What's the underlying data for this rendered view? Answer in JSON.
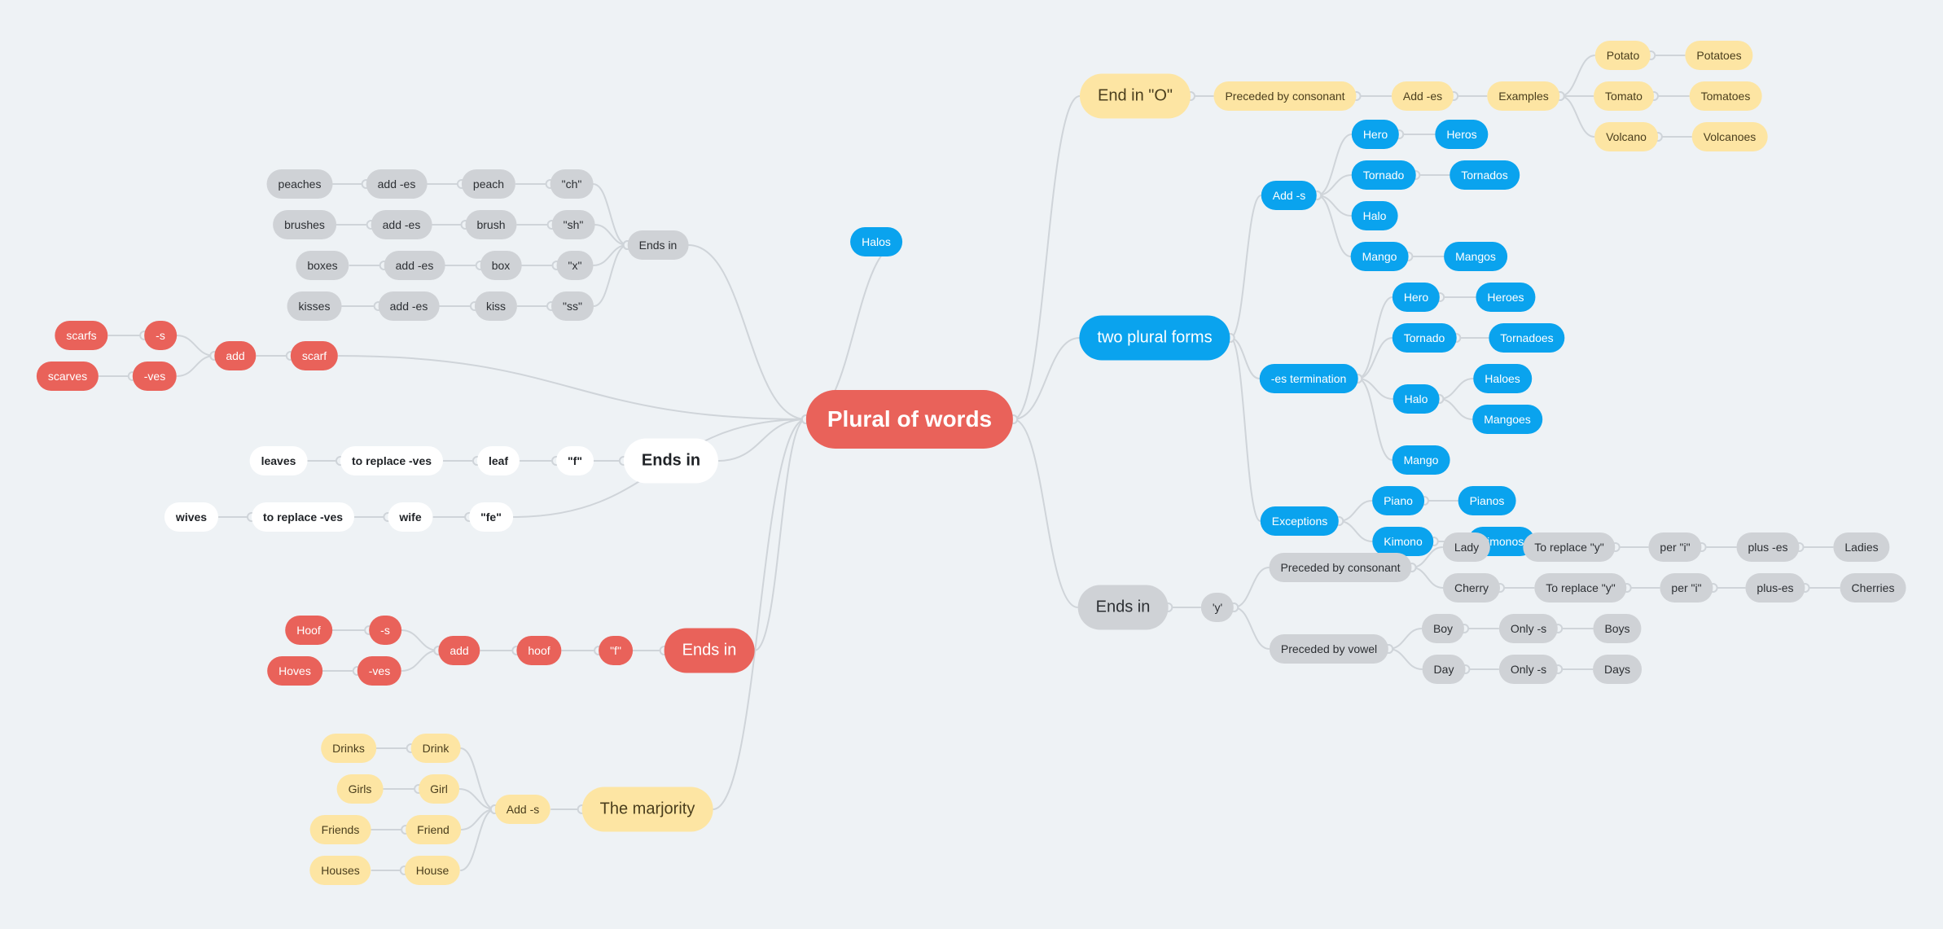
{
  "root": {
    "label": "Plural of words"
  },
  "colors": {
    "background": "#eef2f5",
    "link": "#cfd4d9",
    "red": "#e9625a",
    "blue": "#0aa3ee",
    "yellow": "#fde5a3",
    "gray": "#cfd2d6",
    "white": "#ffffff"
  },
  "branches": {
    "ends_in_o": {
      "label": "End in \"O\"",
      "preceded": "Preceded by consonant",
      "add": "Add -es",
      "examples": "Examples",
      "pairs": [
        {
          "singular": "Potato",
          "plural": "Potatoes"
        },
        {
          "singular": "Tomato",
          "plural": "Tomatoes"
        },
        {
          "singular": "Volcano",
          "plural": "Volcanoes"
        }
      ]
    },
    "halos": {
      "label": "Halos"
    },
    "two_plural_forms": {
      "label": "two plural forms",
      "add_s": {
        "label": "Add -s",
        "pairs": [
          {
            "singular": "Hero",
            "plural": "Heros"
          },
          {
            "singular": "Tornado",
            "plural": "Tornados"
          },
          {
            "singular": "Halo",
            "plural": ""
          },
          {
            "singular": "Mango",
            "plural": "Mangos"
          }
        ]
      },
      "es_termination": {
        "label": "-es termination",
        "hero": "Hero",
        "heroes": "Heroes",
        "tornado": "Tornado",
        "tornadoes": "Tornadoes",
        "halo": "Halo",
        "haloes": "Haloes",
        "mangoes": "Mangoes",
        "mango": "Mango"
      },
      "exceptions": {
        "label": "Exceptions",
        "pairs": [
          {
            "singular": "Piano",
            "plural": "Pianos"
          },
          {
            "singular": "Kimono",
            "plural": "Kimonos"
          }
        ]
      }
    },
    "ends_in_y": {
      "label": "Ends in",
      "letter": "'y'",
      "consonant": {
        "label": "Preceded by consonant",
        "rows": [
          {
            "word": "Lady",
            "replace": "To replace \"y\"",
            "per": "per \"i\"",
            "plus": "plus -es",
            "result": "Ladies"
          },
          {
            "word": "Cherry",
            "replace": "To replace \"y\"",
            "per": "per \"i\"",
            "plus": "plus-es",
            "result": "Cherries"
          }
        ]
      },
      "vowel": {
        "label": "Preceded by vowel",
        "rows": [
          {
            "word": "Boy",
            "rule": "Only -s",
            "result": "Boys"
          },
          {
            "word": "Day",
            "rule": "Only -s",
            "result": "Days"
          }
        ]
      }
    },
    "ends_in_gray": {
      "label": "Ends in",
      "rows": [
        {
          "ending": "\"ch\"",
          "word": "peach",
          "rule": "add -es",
          "result": "peaches"
        },
        {
          "ending": "\"sh\"",
          "word": "brush",
          "rule": "add -es",
          "result": "brushes"
        },
        {
          "ending": "\"x\"",
          "word": "box",
          "rule": "add -es",
          "result": "boxes"
        },
        {
          "ending": "\"ss\"",
          "word": "kiss",
          "rule": "add -es",
          "result": "kisses"
        }
      ]
    },
    "scarf": {
      "word": "scarf",
      "add": "add",
      "s": "-s",
      "ves": "-ves",
      "scarfs": "scarfs",
      "scarves": "scarves"
    },
    "ends_in_f": {
      "label": "Ends in",
      "ending": "\"f\"",
      "word": "leaf",
      "rule": "to replace -ves",
      "result": "leaves"
    },
    "ends_in_fe": {
      "ending": "\"fe\"",
      "word": "wife",
      "rule": "to replace -ves",
      "result": "wives"
    },
    "ends_in_red": {
      "label": "Ends in",
      "ending": "\"f\"",
      "word": "hoof",
      "add": "add",
      "s": "-s",
      "ves": "-ves",
      "hoof_s": "Hoof",
      "hoves": "Hoves"
    },
    "majority": {
      "label": "The marjority",
      "add": "Add -s",
      "pairs": [
        {
          "singular": "Drink",
          "plural": "Drinks"
        },
        {
          "singular": "Girl",
          "plural": "Girls"
        },
        {
          "singular": "Friend",
          "plural": "Friends"
        },
        {
          "singular": "House",
          "plural": "Houses"
        }
      ]
    }
  }
}
